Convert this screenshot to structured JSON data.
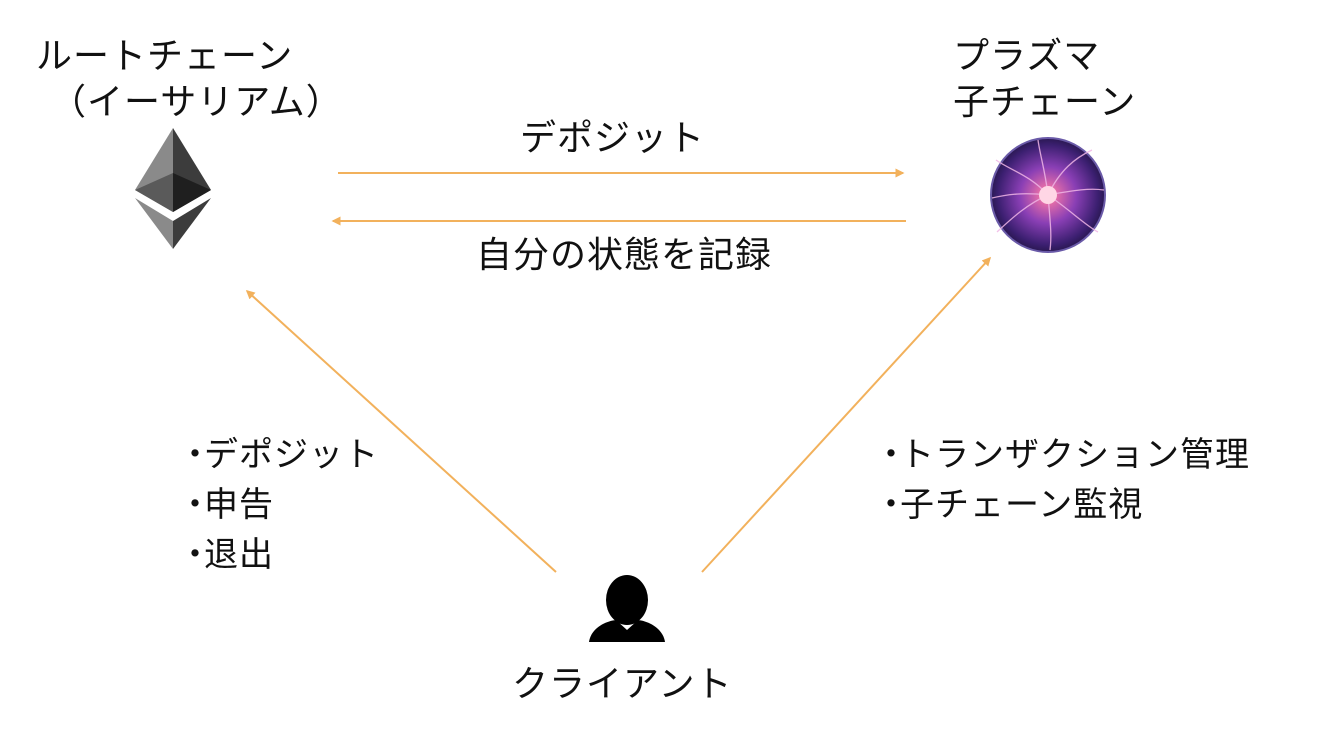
{
  "root_chain": {
    "title_lines": [
      "ルートチェーン",
      "（イーサリアム）"
    ],
    "icon": "ethereum-logo-icon"
  },
  "plasma_chain": {
    "title_lines": [
      "プラズマ",
      "子チェーン"
    ],
    "icon": "plasma-ball-icon"
  },
  "client": {
    "label": "クライアント",
    "icon": "person-icon"
  },
  "edges": {
    "deposit": "デポジット",
    "record_state": "自分の状態を記録"
  },
  "client_to_root_actions": [
    "デポジット",
    "申告",
    "退出"
  ],
  "client_to_plasma_actions": [
    "トランザクション管理",
    "子チェーン監視"
  ],
  "colors": {
    "arrow": "#f2b15c",
    "text": "#111111"
  }
}
